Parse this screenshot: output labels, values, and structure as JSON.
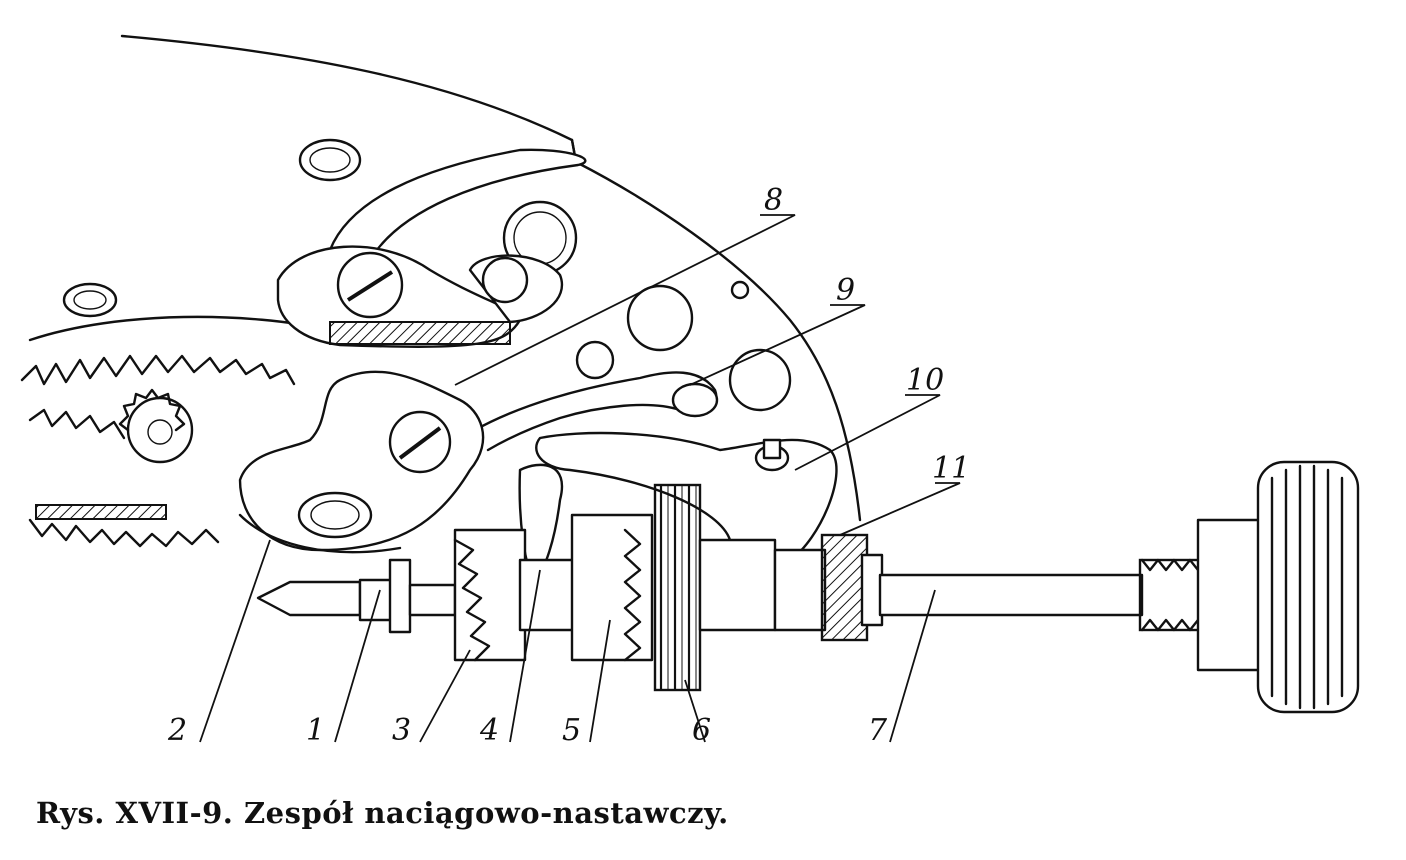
{
  "caption": "Rys. XVII-9. Zespół naciągowo-nastawczy.",
  "callouts": [
    {
      "id": "1",
      "text": "1"
    },
    {
      "id": "2",
      "text": "2"
    },
    {
      "id": "3",
      "text": "3"
    },
    {
      "id": "4",
      "text": "4"
    },
    {
      "id": "5",
      "text": "5"
    },
    {
      "id": "6",
      "text": "6"
    },
    {
      "id": "7",
      "text": "7"
    },
    {
      "id": "8",
      "text": "8"
    },
    {
      "id": "9",
      "text": "9"
    },
    {
      "id": "10",
      "text": "10"
    },
    {
      "id": "11",
      "text": "11"
    }
  ],
  "colors": {
    "ink": "#111111",
    "paper": "#ffffff"
  }
}
